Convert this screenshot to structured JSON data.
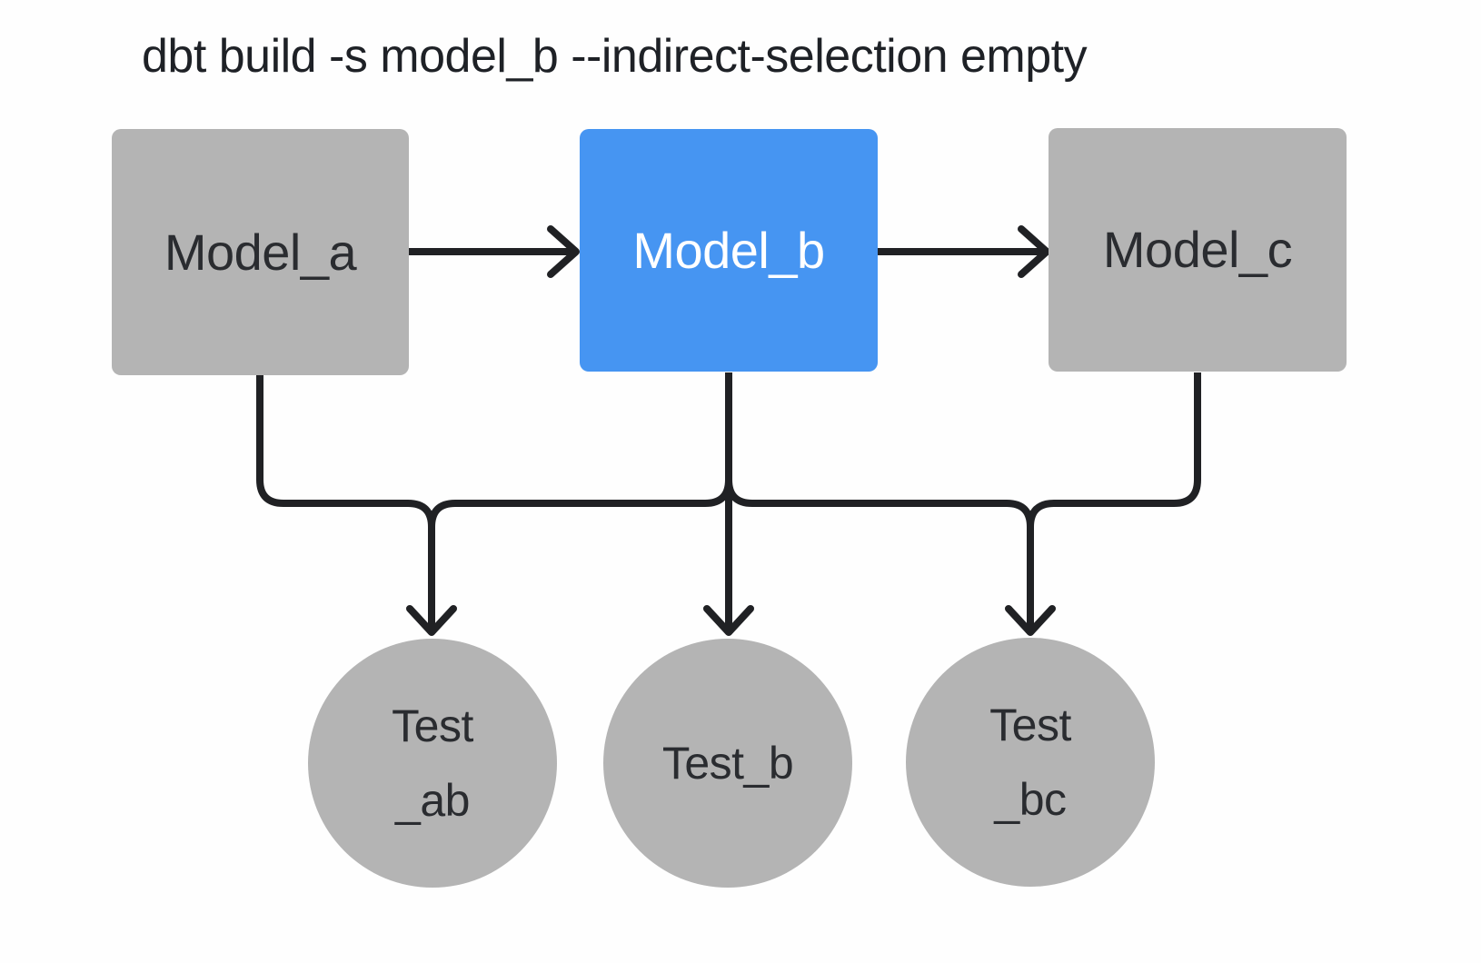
{
  "title": "dbt build -s model_b --indirect-selection empty",
  "palette": {
    "selected_fill": "#4695f2",
    "unselected_fill": "#b4b4b4",
    "connector": "#202124",
    "text_dark": "#2a2c30",
    "text_on_selected": "#ffffff",
    "background": "#fefefe"
  },
  "nodes": [
    {
      "id": "model_a",
      "label": "Model_a",
      "shape": "rect",
      "state": "unselected"
    },
    {
      "id": "model_b",
      "label": "Model_b",
      "shape": "rect",
      "state": "selected"
    },
    {
      "id": "model_c",
      "label": "Model_c",
      "shape": "rect",
      "state": "unselected"
    },
    {
      "id": "test_ab",
      "label": "Test\n_ab",
      "shape": "circle",
      "state": "unselected"
    },
    {
      "id": "test_b",
      "label": "Test_b",
      "shape": "circle",
      "state": "unselected"
    },
    {
      "id": "test_bc",
      "label": "Test\n_bc",
      "shape": "circle",
      "state": "unselected"
    }
  ],
  "edges": [
    {
      "from": "model_a",
      "to": "model_b"
    },
    {
      "from": "model_b",
      "to": "model_c"
    },
    {
      "from": "model_a",
      "to": "test_ab"
    },
    {
      "from": "model_b",
      "to": "test_ab"
    },
    {
      "from": "model_b",
      "to": "test_b"
    },
    {
      "from": "model_b",
      "to": "test_bc"
    },
    {
      "from": "model_c",
      "to": "test_bc"
    }
  ]
}
